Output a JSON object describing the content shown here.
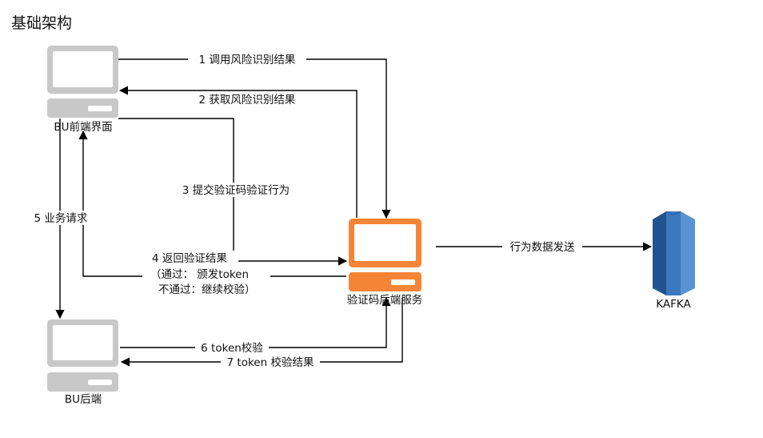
{
  "title": "基础架构",
  "nodes": {
    "bu_frontend": {
      "label": "BU前端界面",
      "icon": "computer-icon"
    },
    "bu_backend": {
      "label": "BU后端",
      "icon": "computer-icon"
    },
    "verify_service": {
      "label": "验证码后端服务",
      "icon": "computer-icon"
    },
    "kafka": {
      "label": "KAFKA",
      "icon": "kafka-icon"
    }
  },
  "edges": {
    "e1": "1 调用风险识别结果",
    "e2": "2 获取风险识别结果",
    "e3": "3 提交验证码验证行为",
    "e4": [
      "4 返回验证结果",
      "（通过： 颁发token",
      "不通过：继续校验）"
    ],
    "e5": "5 业务请求",
    "e6": "6 token校验",
    "e7": "7 token 校验结果",
    "e8": "行为数据发送"
  },
  "colors": {
    "computer_gray": "#c8c8c8",
    "computer_gray_dark": "#9a9a9a",
    "computer_orange": "#f58536",
    "computer_orange_dark": "#d06a1f",
    "kafka_blue": "#3b78c0",
    "kafka_blue_dark": "#21538f"
  }
}
